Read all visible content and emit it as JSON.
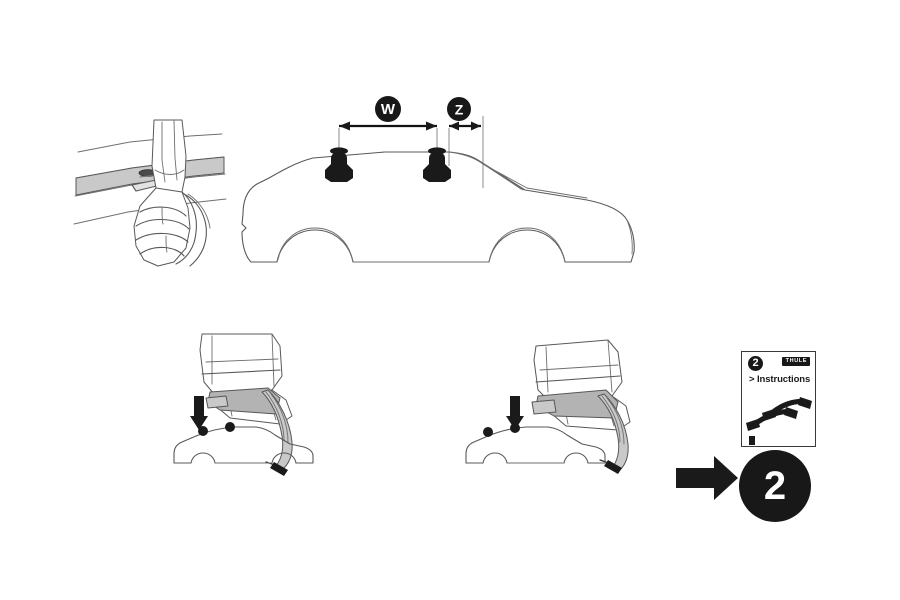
{
  "document": {
    "title": "Roof Rack Fitting Instruction Sheet",
    "background_color": "#ffffff",
    "line_color": "#58585a",
    "accent_color": "#181818"
  },
  "panels": {
    "door_grip": {
      "name": "Door frame hand grip detail",
      "description": "Hand gripping fitting tool at vehicle door frame weather seal"
    },
    "vehicle_overview": {
      "name": "Vehicle side profile with roof mounts",
      "description": "Hatchback side view showing two roof mount feet positioned on roof line"
    },
    "detail_front": {
      "name": "Front foot pad placement detail",
      "description": "Foot pad with rubber strap, arrow indicating front mounting position"
    },
    "detail_rear": {
      "name": "Rear foot pad placement detail",
      "description": "Foot pad with rubber strap, arrow indicating rear mounting position"
    }
  },
  "measurements": [
    {
      "id": "W",
      "label": "W",
      "meaning": "Distance between front and rear roof mount feet"
    },
    {
      "id": "Z",
      "label": "Z",
      "meaning": "Distance from rear foot to roof edge"
    }
  ],
  "instruction_card": {
    "step_number": "2",
    "brand": "THULE",
    "heading": "> Instructions",
    "illustration": "two-roof-bars",
    "accessory": "small-part"
  },
  "step_callout": {
    "arrow": "arrow-right",
    "number": "2"
  }
}
